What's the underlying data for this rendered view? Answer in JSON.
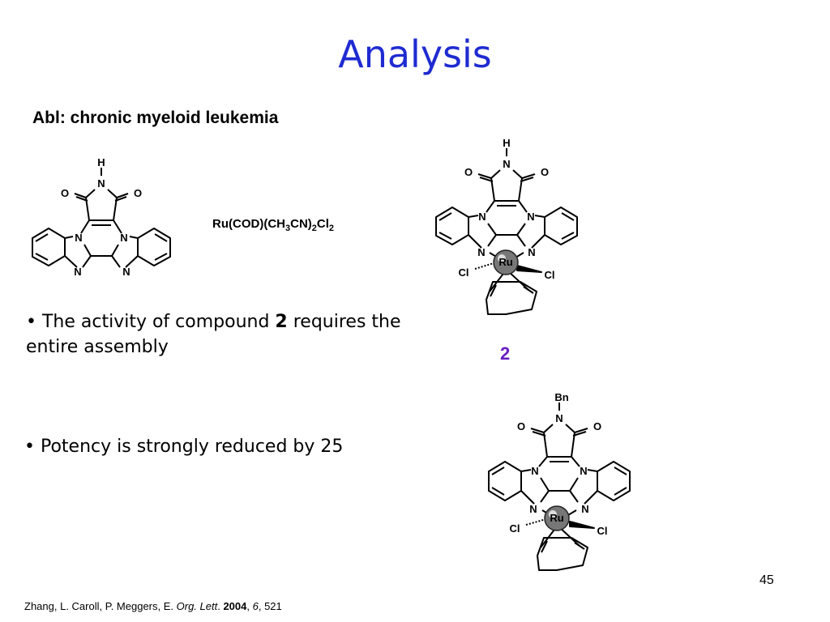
{
  "slide": {
    "title": "Analysis",
    "subtitle": "Abl: chronic myeloid leukemia",
    "page_number": "45"
  },
  "reagent": {
    "part1": "Ru(COD)(CH",
    "sub1": "3",
    "part2": "CN)",
    "sub2": "2",
    "part3": "Cl",
    "sub3": "2"
  },
  "bullets": {
    "b1_pre": "• The activity of compound ",
    "b1_bold": "2",
    "b1_post": " requires the entire assembly",
    "b2": "• Potency is strongly reduced by 25"
  },
  "compound_label": "2",
  "reference": {
    "authors": "Zhang, L. Caroll, P. Meggers, E. ",
    "journal": "Org. Lett",
    "dot": ". ",
    "year": "2004",
    "rest_pre": ", ",
    "volume": "6",
    "pages": ", 521"
  },
  "atoms": {
    "N": "N",
    "H": "H",
    "O": "O",
    "Cl": "Cl",
    "Ru": "Ru",
    "Bn": "Bn"
  },
  "colors": {
    "title": "#1f2bd1",
    "compound_label": "#6a1fc2"
  }
}
